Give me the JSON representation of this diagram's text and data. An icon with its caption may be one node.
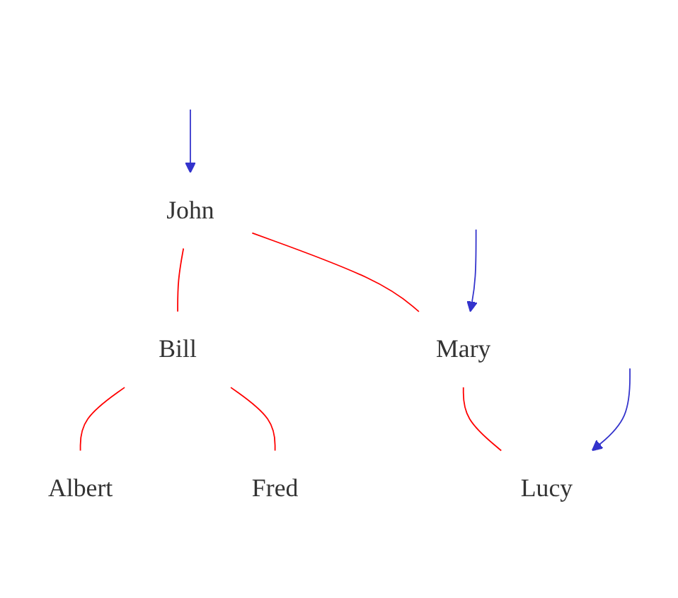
{
  "diagram": {
    "nodes": [
      {
        "text": [
          "John"
        ]
      },
      {
        "text": [
          "Bill"
        ]
      },
      {
        "text": [
          "Mary"
        ]
      },
      {
        "text": [
          "Albert"
        ]
      },
      {
        "text": [
          "Fred"
        ]
      },
      {
        "text": [
          "Lucy"
        ]
      }
    ],
    "edges": [
      {
        "from": 0,
        "to": 1,
        "arrow": "none",
        "color": "#ff0000"
      },
      {
        "from": 0,
        "to": 2,
        "arrow": "none",
        "color": "#ff0000"
      },
      {
        "from": 1,
        "to": 3,
        "arrow": "none",
        "color": "#ff0000"
      },
      {
        "from": 1,
        "to": 4,
        "arrow": "none",
        "color": "#ff0000"
      },
      {
        "from": 2,
        "to": 5,
        "arrow": "none",
        "color": "#ff0000"
      },
      {
        "from": null,
        "to": 0,
        "arrow": "to",
        "color": "#3333cc"
      },
      {
        "from": null,
        "to": 2,
        "arrow": "to",
        "color": "#3333cc"
      },
      {
        "from": null,
        "to": 5,
        "arrow": "to",
        "color": "#3333cc"
      }
    ]
  }
}
